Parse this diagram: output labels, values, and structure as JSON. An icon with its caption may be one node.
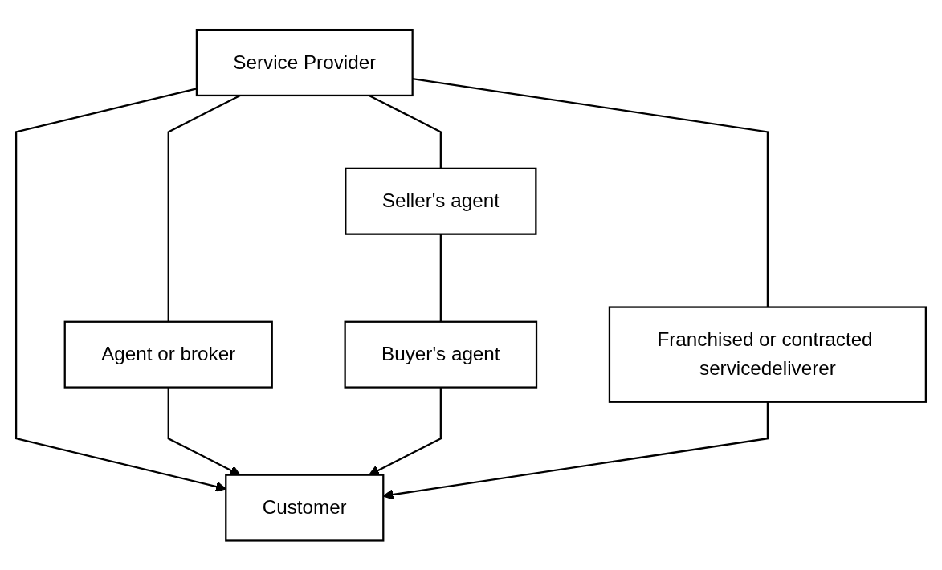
{
  "diagram": {
    "nodes": [
      {
        "text": [
          "Service Provider"
        ]
      },
      {
        "text": [
          "Seller's agent"
        ]
      },
      {
        "text": [
          "Agent or broker"
        ]
      },
      {
        "text": [
          "Franchised or contracted servicedeliverer"
        ]
      },
      {
        "text": [
          "Buyer's agent"
        ]
      },
      {
        "text": [
          "Customer"
        ]
      }
    ],
    "edges": [
      {
        "from": 0,
        "to": 5,
        "arrow": "to"
      },
      {
        "from": 0,
        "to": 2,
        "arrow": "none"
      },
      {
        "from": 2,
        "to": 5,
        "arrow": "to"
      },
      {
        "from": 0,
        "to": 1,
        "arrow": "none"
      },
      {
        "from": 1,
        "to": 4,
        "arrow": "none"
      },
      {
        "from": 4,
        "to": 5,
        "arrow": "to"
      },
      {
        "from": 0,
        "to": 3,
        "arrow": "none"
      },
      {
        "from": 3,
        "to": 5,
        "arrow": "to"
      }
    ]
  }
}
